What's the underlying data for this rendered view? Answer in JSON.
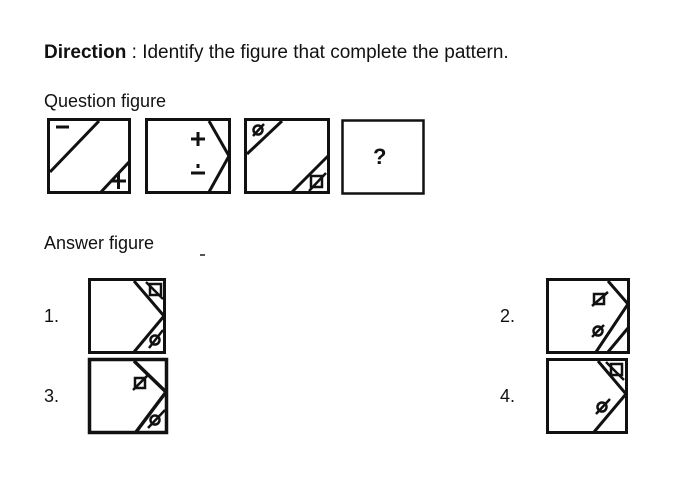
{
  "direction": {
    "label": "Direction",
    "separator": " : ",
    "text": "Identify the figure that complete the pattern."
  },
  "question_label": "Question figure",
  "answer_label": "Answer figure",
  "question_mark": "?",
  "options": [
    {
      "number": "1."
    },
    {
      "number": "2."
    },
    {
      "number": "3."
    },
    {
      "number": "4."
    }
  ]
}
